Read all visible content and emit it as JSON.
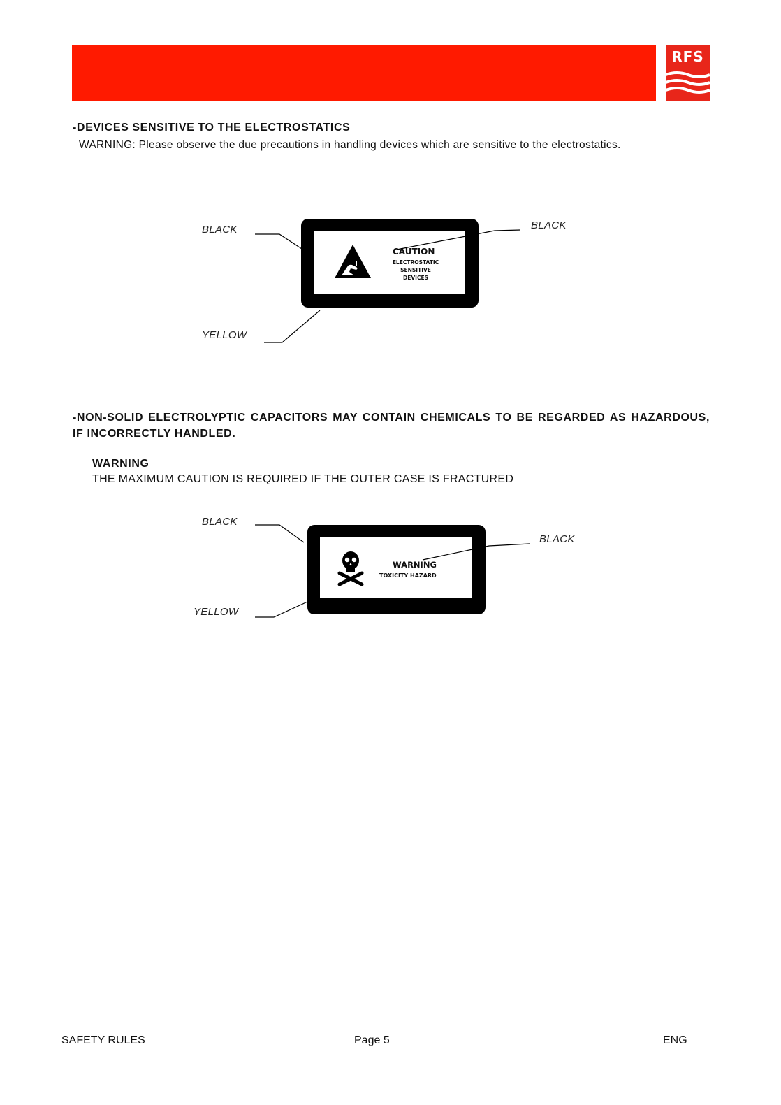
{
  "header": {
    "brand_color": "#ff1a00",
    "logo_text": "RFS"
  },
  "section_esd": {
    "title": "-DEVICES SENSITIVE TO THE ELECTROSTATICS",
    "body": "WARNING: Please observe the due precautions in handling devices which are sensitive to the electrostatics.",
    "callouts": {
      "frame_left": "BLACK",
      "text_right": "BLACK",
      "background": "YELLOW"
    },
    "label": {
      "icon": "esd-warning-triangle-icon",
      "caution": "CAUTION",
      "lines": [
        "ELECTROSTATIC",
        "SENSITIVE",
        "DEVICES"
      ]
    }
  },
  "section_capacitors": {
    "title": "-NON-SOLID ELECTROLYPTIC CAPACITORS MAY CONTAIN CHEMICALS TO BE REGARDED AS HAZARDOUS, IF INCORRECTLY HANDLED.",
    "warning_title": "WARNING",
    "warning_body": "THE MAXIMUM CAUTION IS REQUIRED IF THE OUTER CASE IS FRACTURED",
    "callouts": {
      "frame_left": "BLACK",
      "text_right": "BLACK",
      "background": "YELLOW"
    },
    "label": {
      "icon": "skull-crossbones-icon",
      "warning": "WARNING",
      "subtitle": "TOXICITY HAZARD"
    }
  },
  "footer": {
    "left": "SAFETY RULES",
    "center": "Page 5",
    "right": "ENG"
  }
}
